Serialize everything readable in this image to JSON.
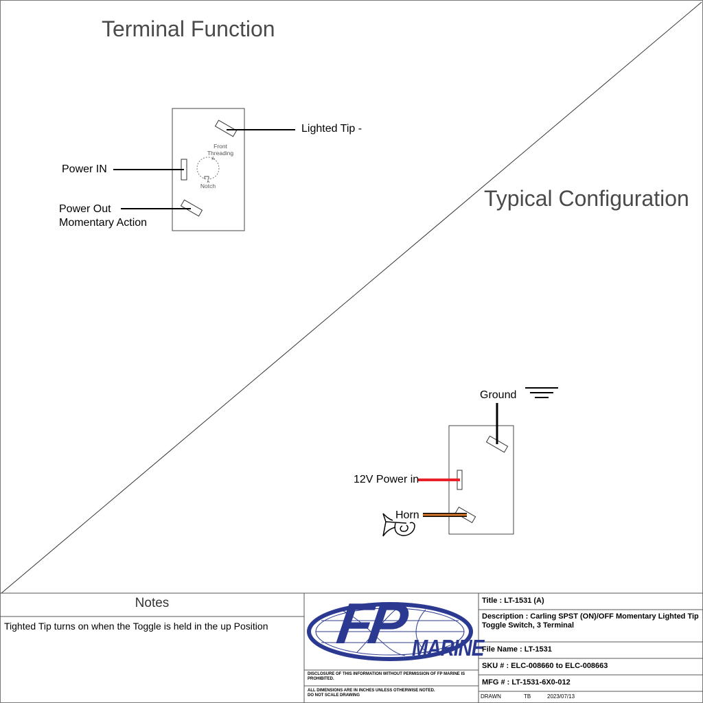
{
  "headings": {
    "terminal_function": "Terminal Function",
    "typical_configuration": "Typical Configuration"
  },
  "terminal_function": {
    "lighted_tip": "Lighted Tip -",
    "power_in": "Power IN",
    "power_out_line1": "Power Out",
    "power_out_line2": "Momentary Action",
    "front_line1": "Front",
    "front_line2": "Threading",
    "notch": "Notch"
  },
  "typical_configuration": {
    "ground": "Ground",
    "power_in": "12V Power in",
    "horn": "Horn"
  },
  "colors": {
    "power_wire": "#e8202a",
    "horn_wire": "#d9772a",
    "ground_wire": "#000000",
    "logo_blue": "#2b3990"
  },
  "notes": {
    "title": "Notes",
    "text": "Tighted Tip turns on when the Toggle is held in the up Position"
  },
  "logo": {
    "letters": "FP",
    "brand": "MARINE",
    "disclosure": "DISCLOSURE OF THIS INFORMATION WITHOUT PERMISSION OF FP MARINE IS PROHIBITED.",
    "dimensions_line1": "ALL DIMENSIONS ARE IN INCHES UNLESS OTHERWISE NOTED.",
    "dimensions_line2": "DO NOT SCALE DRAWING"
  },
  "title_block": {
    "title": "Title :  LT-1531 (A)",
    "description": "Description : Carling SPST (ON)/OFF Momentary Lighted Tip Toggle Switch, 3 Terminal",
    "file_name": "File Name : LT-1531",
    "sku": "SKU # : ELC-008660 to ELC-008663",
    "mfg": "MFG # : LT-1531-6X0-012",
    "drawn_label": "DRAWN",
    "drawn_by": "TB",
    "drawn_date": "2023/07/13"
  }
}
